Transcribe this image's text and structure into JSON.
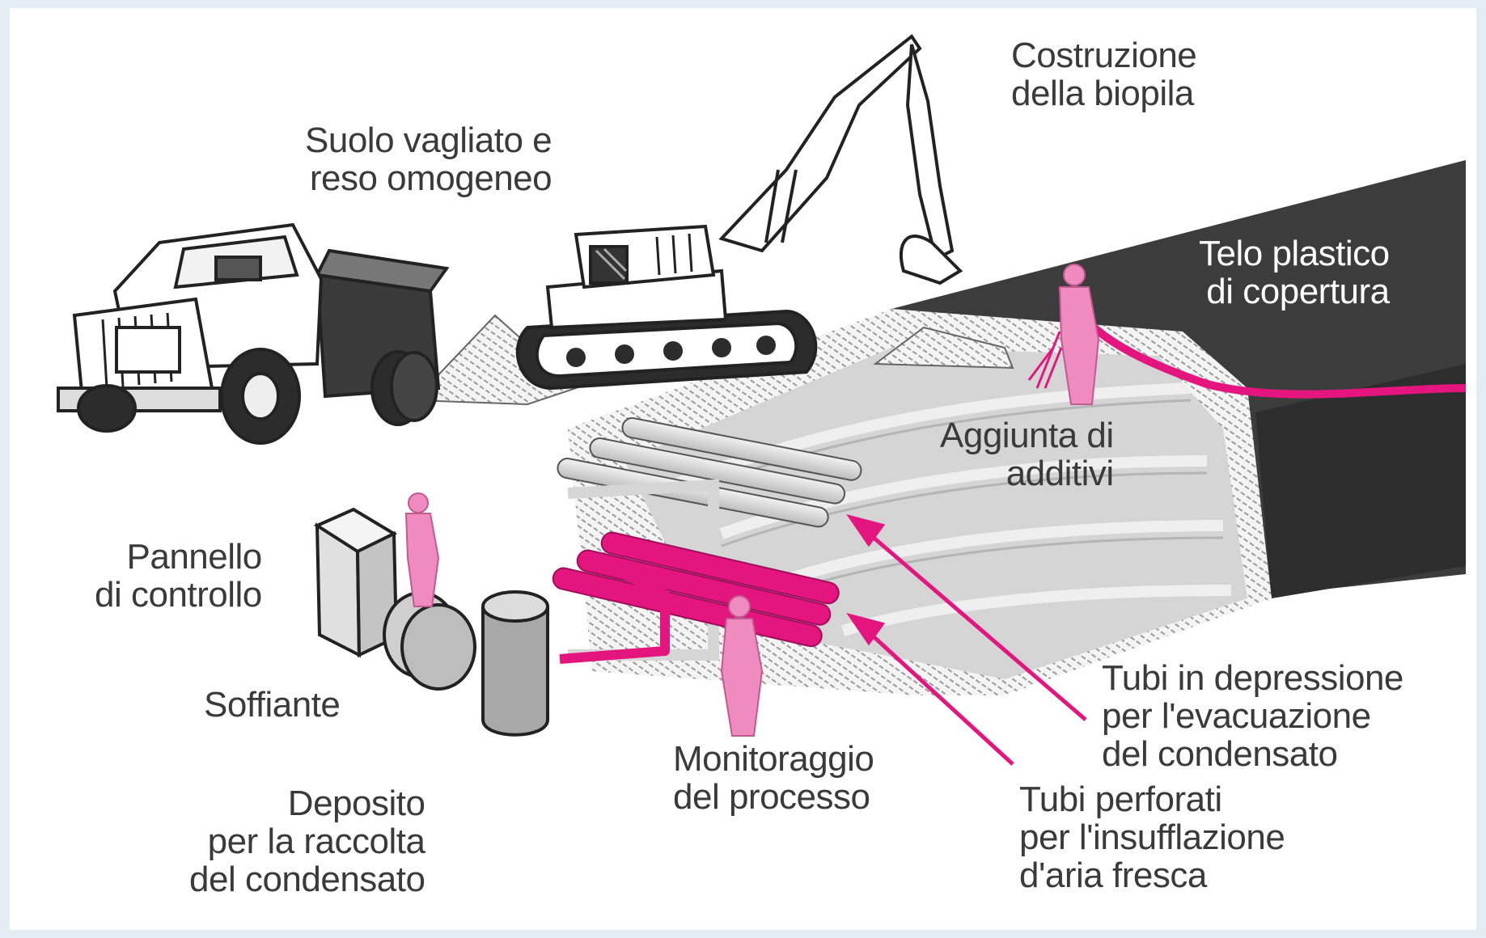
{
  "labels": {
    "costruzione": [
      "Costruzione",
      "della biopila"
    ],
    "suolo": [
      "Suolo vagliato e",
      "reso omogeneo"
    ],
    "telo": [
      "Telo plastico",
      "di copertura"
    ],
    "aggiunta": [
      "Aggiunta di",
      "additivi"
    ],
    "pannello": [
      "Pannello",
      "di controllo"
    ],
    "soffiante": [
      "Soffiante"
    ],
    "deposito": [
      "Deposito",
      "per la raccolta",
      "del condensato"
    ],
    "monitoraggio": [
      "Monitoraggio",
      "del processo"
    ],
    "tubi_depressione": [
      "Tubi in depressione",
      "per l'evacuazione",
      "del condensato"
    ],
    "tubi_perforati": [
      "Tubi perforati",
      "per l'insufflazione",
      "d'aria fresca"
    ]
  },
  "colors": {
    "accent": "#e5157f",
    "worker": "#f08bbf",
    "dark": "#3c3c3c",
    "pile": "#d0d0d0",
    "page": "#e3ebf3"
  }
}
